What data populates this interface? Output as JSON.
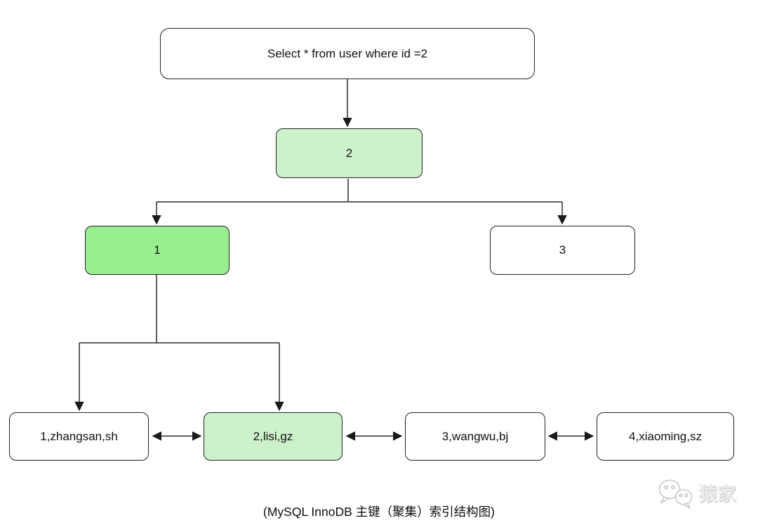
{
  "diagram": {
    "caption": "(MySQL InnoDB 主键（聚集）索引结构图)",
    "query_box": {
      "label": "Select * from user where id =2"
    },
    "nodes": {
      "root": {
        "label": "2",
        "fill": "#cdf2cb"
      },
      "internal": [
        {
          "label": "1",
          "fill": "#99ee90"
        },
        {
          "label": "3",
          "fill": "#ffffff"
        }
      ],
      "leaves": [
        {
          "label": "1,zhangsan,sh",
          "fill": "#ffffff"
        },
        {
          "label": "2,lisi,gz",
          "fill": "#cdf2cb"
        },
        {
          "label": "3,wangwu,bj",
          "fill": "#ffffff"
        },
        {
          "label": "4,xiaoming,sz",
          "fill": "#ffffff"
        }
      ]
    },
    "edges": [
      {
        "from": "query-box",
        "to": "root-node-2",
        "style": "arrow"
      },
      {
        "from": "root-node-2",
        "to": "internal-node-1",
        "style": "arrow"
      },
      {
        "from": "root-node-2",
        "to": "internal-node-3",
        "style": "arrow"
      },
      {
        "from": "internal-node-1",
        "to": "leaf-1-zhangsan-sh",
        "style": "arrow"
      },
      {
        "from": "internal-node-1",
        "to": "leaf-2-lisi-gz",
        "style": "arrow"
      },
      {
        "from": "leaf-1-zhangsan-sh",
        "to": "leaf-2-lisi-gz",
        "style": "double-arrow"
      },
      {
        "from": "leaf-2-lisi-gz",
        "to": "leaf-3-wangwu-bj",
        "style": "double-arrow"
      },
      {
        "from": "leaf-3-wangwu-bj",
        "to": "leaf-4-xiaoming-sz",
        "style": "double-arrow"
      }
    ],
    "colors": {
      "background": "#ffffff",
      "node_border": "#222222",
      "connector": "#2a2a2a",
      "highlight_strong": "#99ee90",
      "highlight_light": "#cdf2cb",
      "watermark_gray": "#c7c7c7"
    },
    "watermark": {
      "text": "猿家",
      "icon": "wechat-bubbles-icon"
    }
  }
}
